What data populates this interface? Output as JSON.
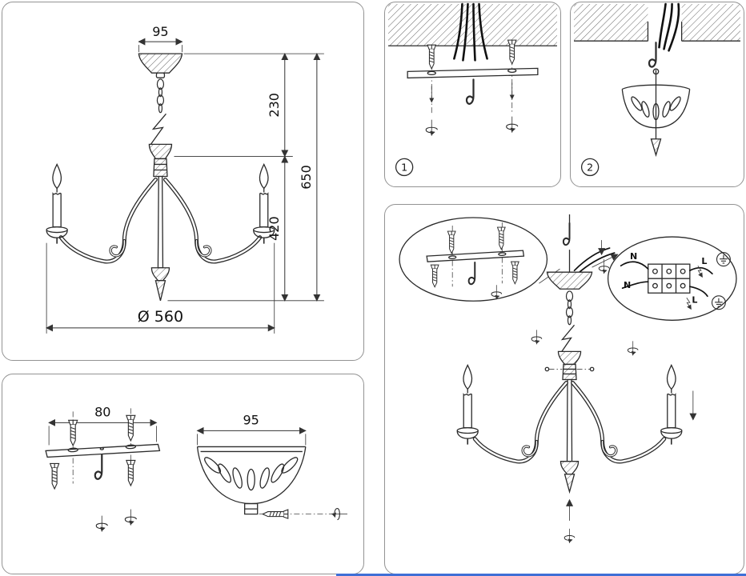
{
  "page": {
    "background": "#ffffff",
    "line_color": "#2b2b2b",
    "accent_line_color": "#3f6fd6"
  },
  "dimension_panel": {
    "top_width": "95",
    "upper_height": "230",
    "total_height": "650",
    "lower_height": "420",
    "diameter": "Ø 560"
  },
  "bracket_panel": {
    "bracket_width": "80",
    "canopy_width": "95"
  },
  "steps": {
    "step1_badge": "1",
    "step2_badge": "2"
  },
  "assembly_panel": {
    "wiring": {
      "n_top": "N",
      "l_top": "L",
      "n_bottom": "N",
      "l_bottom": "L"
    }
  }
}
